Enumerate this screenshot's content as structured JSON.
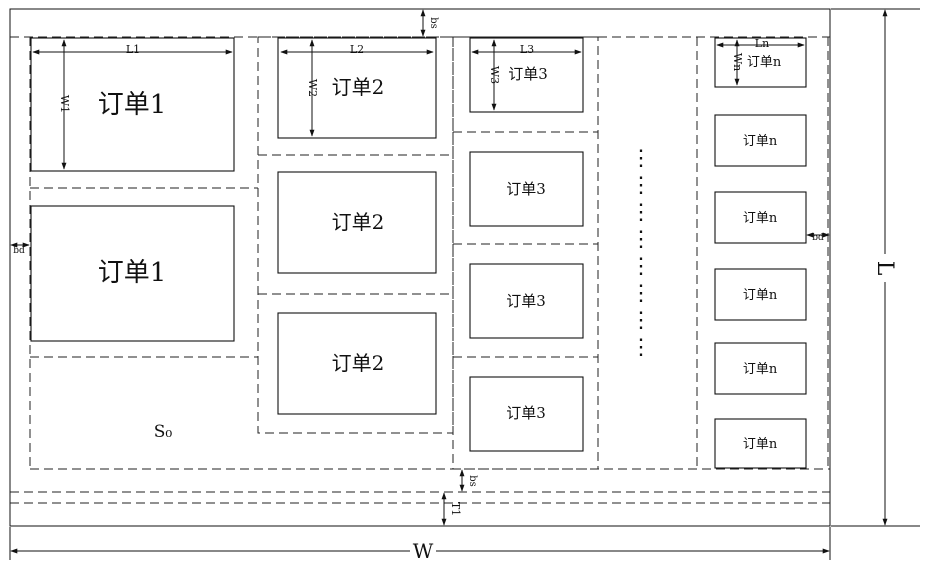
{
  "labels": {
    "order1": "订单1",
    "order2": "订单2",
    "order3": "订单3",
    "order_n": "订单n",
    "s0": "S₀",
    "ellipsis": "⋮",
    "W": "W",
    "L": "L",
    "L1": "L1",
    "L2": "L2",
    "L3": "L3",
    "Ln": "Ln",
    "W1": "W1",
    "W2": "W2",
    "W3": "W3",
    "Wn": "Wn",
    "bs_top": "bs",
    "bs_bottom": "bs",
    "bd_left": "bd",
    "bd_right": "bd",
    "T1": "T1"
  }
}
